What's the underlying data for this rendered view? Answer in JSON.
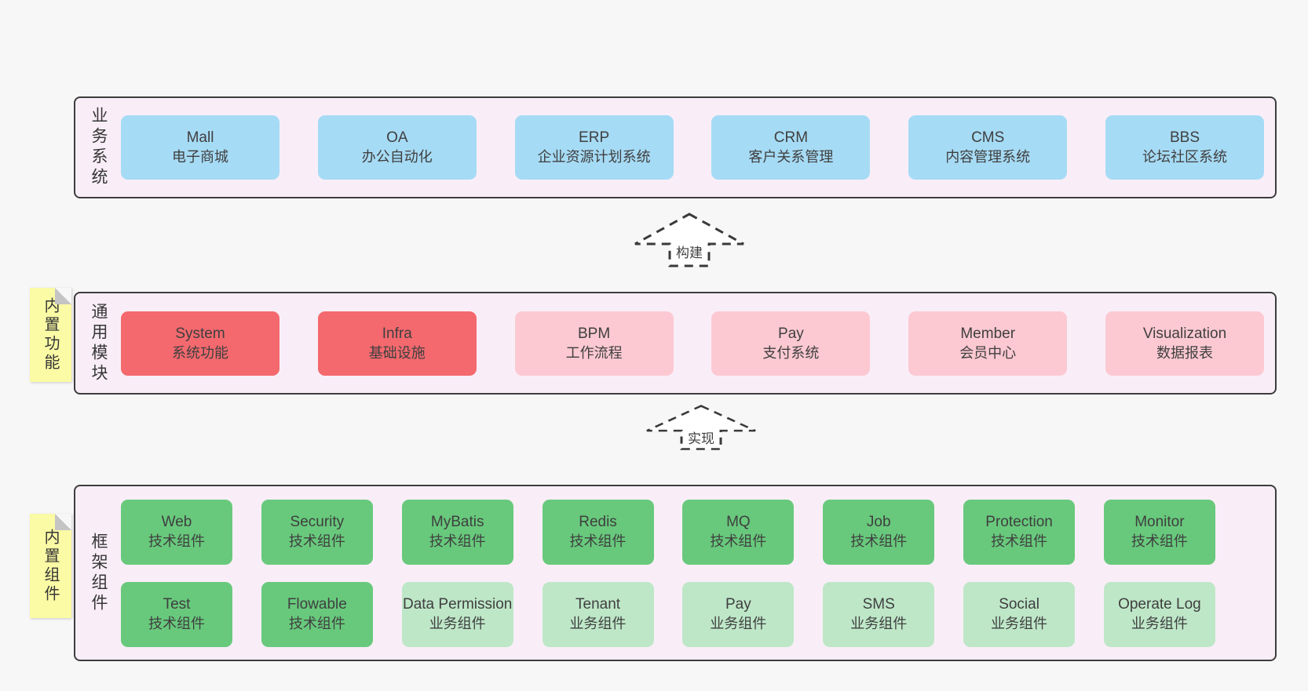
{
  "colors": {
    "page_bg": "#f7f7f7",
    "band_bg": "#f9eef7",
    "band_border": "#3d3d3d",
    "blue_box": "#a6dbf5",
    "red_box": "#f3696e",
    "pink_box": "#fcc9d2",
    "green_box": "#68c97c",
    "light_green_box": "#bee7c8",
    "sticky_note": "#fbfaa5",
    "note_fold": "#c4c4c4",
    "text": "#3f3f3f"
  },
  "arrows": [
    {
      "label": "构建"
    },
    {
      "label": "实现"
    }
  ],
  "bands": [
    {
      "label": "业务系统",
      "boxes": [
        {
          "en": "Mall",
          "zh": "电子商城"
        },
        {
          "en": "OA",
          "zh": "办公自动化"
        },
        {
          "en": "ERP",
          "zh": "企业资源计划系统"
        },
        {
          "en": "CRM",
          "zh": "客户关系管理"
        },
        {
          "en": "CMS",
          "zh": "内容管理系统"
        },
        {
          "en": "BBS",
          "zh": "论坛社区系统"
        }
      ]
    },
    {
      "label": "通用模块",
      "note": "内置功能",
      "boxes": [
        {
          "en": "System",
          "zh": "系统功能",
          "variant": "red"
        },
        {
          "en": "Infra",
          "zh": "基础设施",
          "variant": "red"
        },
        {
          "en": "BPM",
          "zh": "工作流程",
          "variant": "pink"
        },
        {
          "en": "Pay",
          "zh": "支付系统",
          "variant": "pink"
        },
        {
          "en": "Member",
          "zh": "会员中心",
          "variant": "pink"
        },
        {
          "en": "Visualization",
          "zh": "数据报表",
          "variant": "pink"
        }
      ]
    },
    {
      "label": "框架组件",
      "note": "内置组件",
      "rows": [
        [
          {
            "en": "Web",
            "zh": "技术组件",
            "variant": "green"
          },
          {
            "en": "Security",
            "zh": "技术组件",
            "variant": "green"
          },
          {
            "en": "MyBatis",
            "zh": "技术组件",
            "variant": "green"
          },
          {
            "en": "Redis",
            "zh": "技术组件",
            "variant": "green"
          },
          {
            "en": "MQ",
            "zh": "技术组件",
            "variant": "green"
          },
          {
            "en": "Job",
            "zh": "技术组件",
            "variant": "green"
          },
          {
            "en": "Protection",
            "zh": "技术组件",
            "variant": "green"
          },
          {
            "en": "Monitor",
            "zh": "技术组件",
            "variant": "green"
          }
        ],
        [
          {
            "en": "Test",
            "zh": "技术组件",
            "variant": "green"
          },
          {
            "en": "Flowable",
            "zh": "技术组件",
            "variant": "green"
          },
          {
            "en": "Data Permission",
            "zh": "业务组件",
            "variant": "lgreen"
          },
          {
            "en": "Tenant",
            "zh": "业务组件",
            "variant": "lgreen"
          },
          {
            "en": "Pay",
            "zh": "业务组件",
            "variant": "lgreen"
          },
          {
            "en": "SMS",
            "zh": "业务组件",
            "variant": "lgreen"
          },
          {
            "en": "Social",
            "zh": "业务组件",
            "variant": "lgreen"
          },
          {
            "en": "Operate Log",
            "zh": "业务组件",
            "variant": "lgreen"
          }
        ]
      ]
    }
  ]
}
